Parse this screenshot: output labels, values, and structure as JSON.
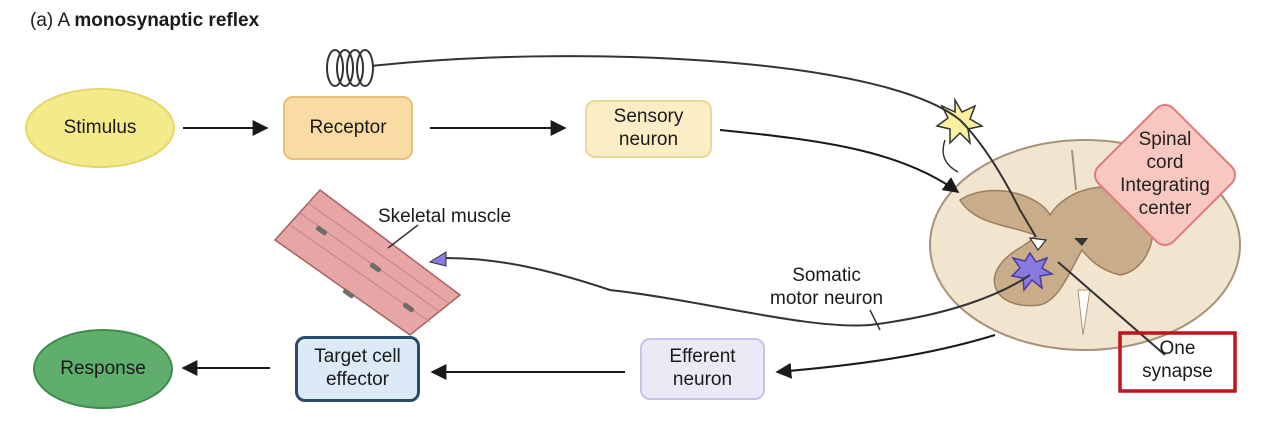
{
  "title": {
    "prefix": "(a) A",
    "main": "monosynaptic reflex"
  },
  "nodes": {
    "stimulus": "Stimulus",
    "receptor": "Receptor",
    "sensory_neuron": "Sensory\nneuron",
    "spinal_cord": "Spinal\ncord\nIntegrating\ncenter",
    "efferent_neuron": "Efferent\nneuron",
    "target_cell": "Target cell\neffector",
    "response": "Response"
  },
  "labels": {
    "skeletal_muscle": "Skeletal muscle",
    "somatic_motor_neuron": "Somatic\nmotor neuron",
    "one_synapse": "One\nsynapse"
  },
  "colors": {
    "stimulus_fill": "#f3eb8a",
    "receptor_fill": "#f8dca3",
    "sensory_fill": "#fbeec4",
    "spinal_cord_fill": "#f7c7c0",
    "efferent_fill": "#ece9f7",
    "target_fill": "#dce9f7",
    "response_fill": "#5fae6e",
    "highlight": "#c0141c",
    "muscle": "#e7a6a6",
    "gray_matter": "#c9ac8a",
    "white_matter": "#f1e5cf",
    "motor_soma": "#8a7ae0",
    "star_neuron": "#fbf0a0"
  },
  "icons": [
    "coil-receptor-icon",
    "star-neuron-icon",
    "motor-soma-icon",
    "muscle-fiber-icon",
    "axon-terminal-icon"
  ]
}
